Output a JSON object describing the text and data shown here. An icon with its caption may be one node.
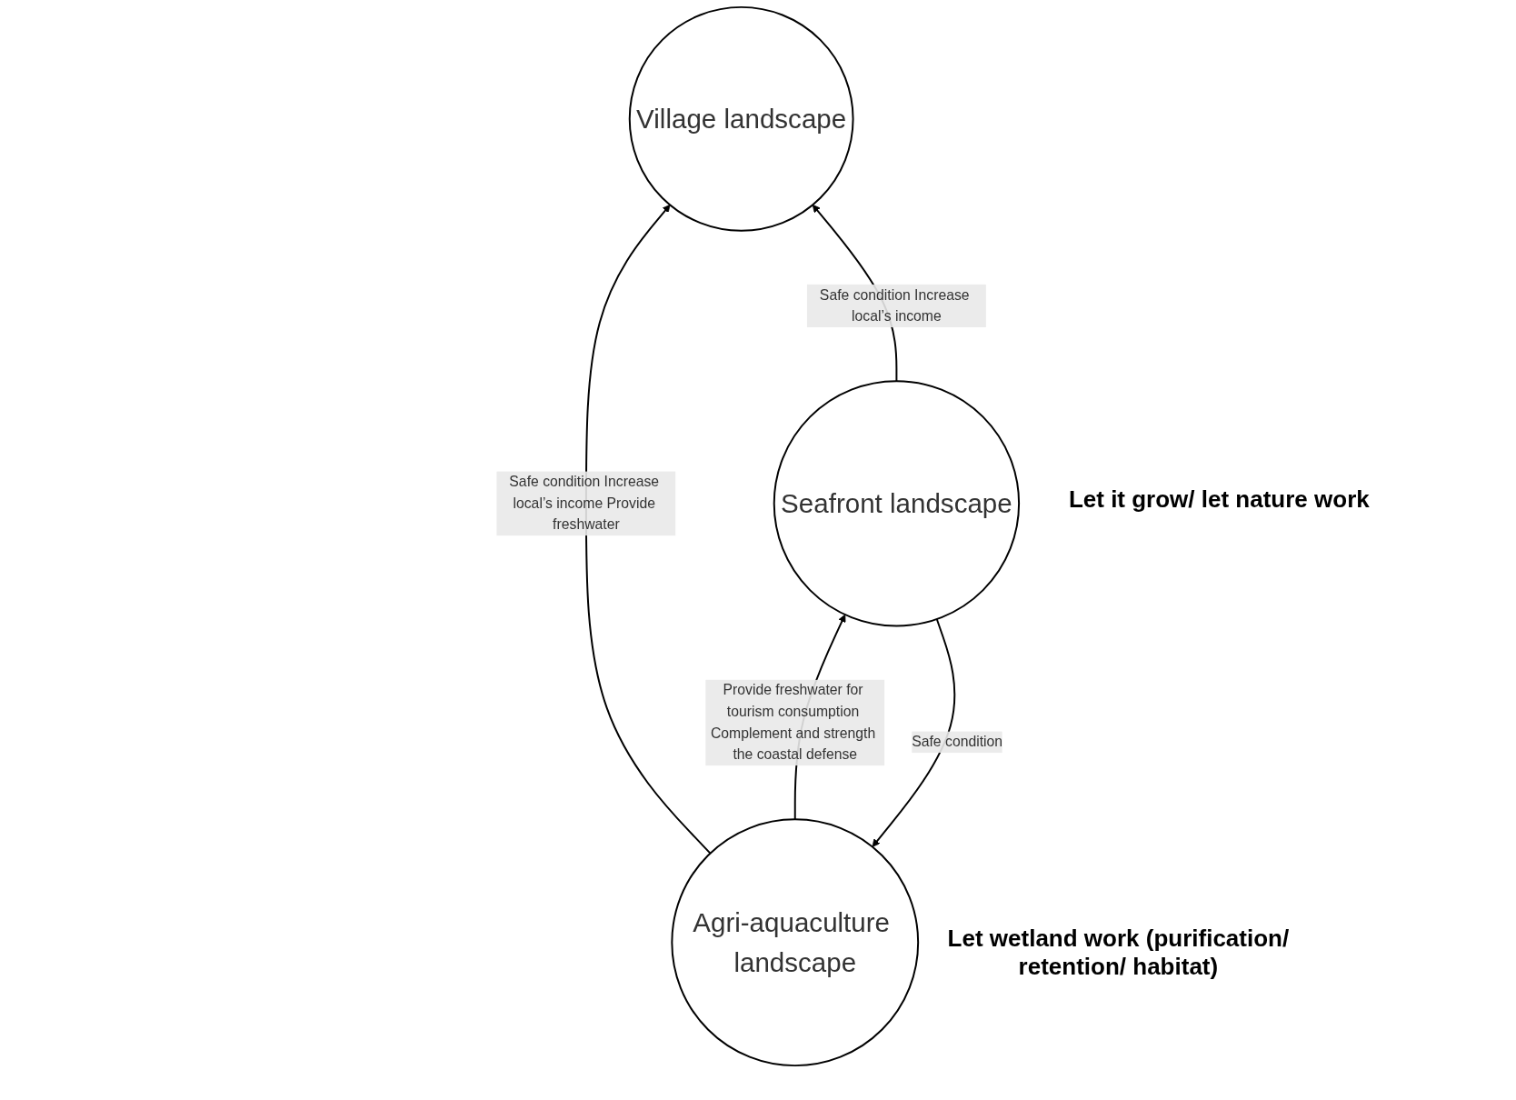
{
  "diagram": {
    "nodes": [
      {
        "text": [
          "Village landscape"
        ]
      },
      {
        "text": [
          "Agri-aquaculture landscape"
        ],
        "beside": [
          "Let wetland work (purification/ retention/ habitat)"
        ]
      },
      {
        "text": [
          "Seafront landscape"
        ],
        "beside": [
          "Let it grow/ let nature work"
        ]
      }
    ],
    "edges": [
      {
        "from": 1,
        "to": 0,
        "arrow": "to",
        "label": "Safe condition Increase local’s income Provide freshwater"
      },
      {
        "from": 2,
        "to": 0,
        "arrow": "to",
        "label": "Safe condition Increase local’s income"
      },
      {
        "from": 1,
        "to": 2,
        "arrow": "to",
        "label": "Provide freshwater for tourism consumption Complement and strength the coastal defense"
      },
      {
        "from": 2,
        "to": 1,
        "arrow": "to",
        "label": "Safe condition"
      }
    ]
  }
}
